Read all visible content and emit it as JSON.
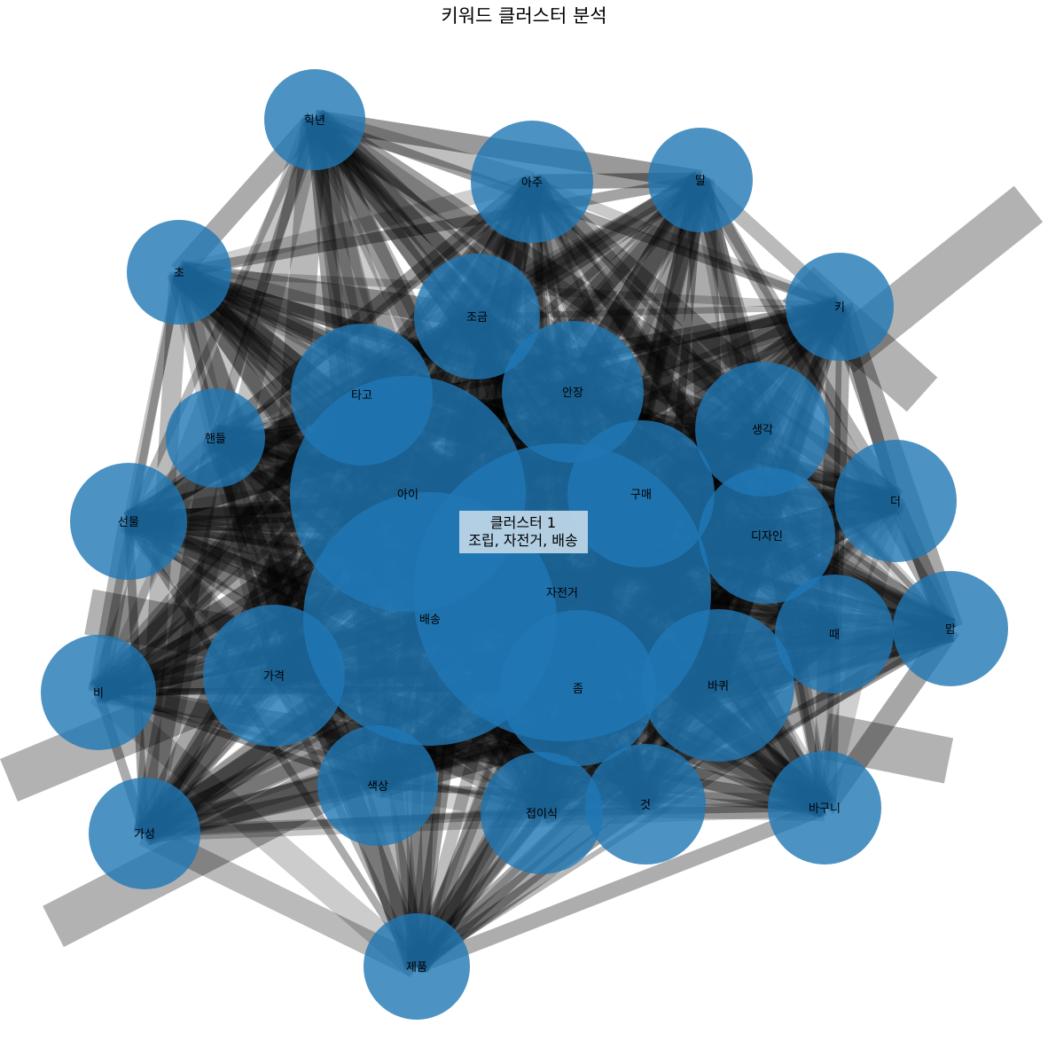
{
  "title": "키워드 클러스터 분석",
  "colors": {
    "node": "#1f77b4",
    "edge": "#000000",
    "label_box": "#bcd4e6",
    "background": "#ffffff"
  },
  "nodes": [
    {
      "id": "학년",
      "label": "학년"
    },
    {
      "id": "아주",
      "label": "아주"
    },
    {
      "id": "딸",
      "label": "딸"
    },
    {
      "id": "초",
      "label": "초"
    },
    {
      "id": "키",
      "label": "키"
    },
    {
      "id": "조금",
      "label": "조금"
    },
    {
      "id": "타고",
      "label": "타고"
    },
    {
      "id": "안장",
      "label": "안장"
    },
    {
      "id": "생각",
      "label": "생각"
    },
    {
      "id": "핸들",
      "label": "핸들"
    },
    {
      "id": "더",
      "label": "더"
    },
    {
      "id": "선물",
      "label": "선물"
    },
    {
      "id": "아이",
      "label": "아이"
    },
    {
      "id": "구매",
      "label": "구매"
    },
    {
      "id": "디자인",
      "label": "디자인"
    },
    {
      "id": "자전거",
      "label": "자전거"
    },
    {
      "id": "배송",
      "label": "배송"
    },
    {
      "id": "맘",
      "label": "맘"
    },
    {
      "id": "때",
      "label": "때"
    },
    {
      "id": "가격",
      "label": "가격"
    },
    {
      "id": "비",
      "label": "비"
    },
    {
      "id": "바퀴",
      "label": "바퀴"
    },
    {
      "id": "좀",
      "label": "좀"
    },
    {
      "id": "색상",
      "label": "색상"
    },
    {
      "id": "접이식",
      "label": "접이식"
    },
    {
      "id": "것",
      "label": "것"
    },
    {
      "id": "바구니",
      "label": "바구니"
    },
    {
      "id": "가성",
      "label": "가성"
    },
    {
      "id": "제품",
      "label": "제품"
    }
  ],
  "cluster_label": {
    "line1": "클러스터 1",
    "line2": "조립, 자전거, 배송"
  }
}
